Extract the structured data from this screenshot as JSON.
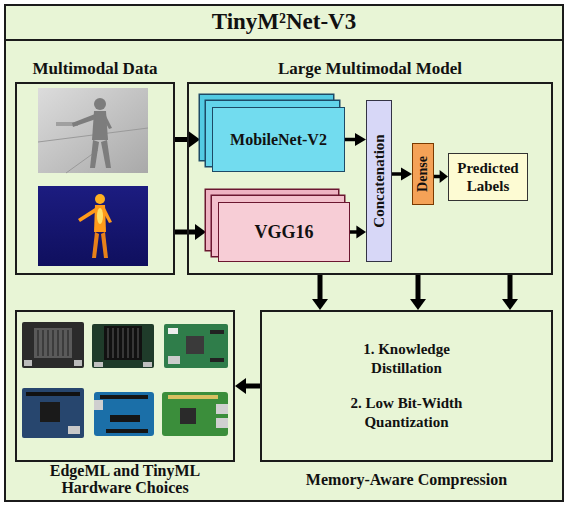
{
  "diagram": {
    "title": "TinyM²Net-V3",
    "nodes": [
      {
        "text": [
          "Multimodal Data"
        ]
      },
      {
        "text": [
          "Large Multimodal Model"
        ]
      },
      {
        "text": [
          "MobileNet-V2"
        ],
        "in": 1
      },
      {
        "text": [
          "VGG16"
        ],
        "in": 1
      },
      {
        "text": [
          "Concatenation"
        ],
        "in": 1
      },
      {
        "text": [
          "Dense"
        ],
        "in": 1
      },
      {
        "text": [
          "Predicted Labels"
        ],
        "in": 1
      },
      {
        "text": [
          "EdgeML and TinyML Hardware Choices"
        ]
      },
      {
        "text": [
          "1. Knowledge Distillation",
          "2. Low Bit-Width Quantization",
          "Memory-Aware Compression"
        ]
      }
    ],
    "edges": [
      {
        "from": 0,
        "to": 2,
        "arrow": "to"
      },
      {
        "from": 0,
        "to": 3,
        "arrow": "to"
      },
      {
        "from": 2,
        "to": 4,
        "arrow": "to"
      },
      {
        "from": 3,
        "to": 4,
        "arrow": "to"
      },
      {
        "from": 4,
        "to": 5,
        "arrow": "to"
      },
      {
        "from": 5,
        "to": 6,
        "arrow": "to"
      },
      {
        "from": 1,
        "to": 8,
        "arrow": "to"
      },
      {
        "from": 1,
        "to": 8,
        "arrow": "to"
      },
      {
        "from": 1,
        "to": 8,
        "arrow": "to"
      },
      {
        "from": 8,
        "to": 7,
        "arrow": "to"
      }
    ]
  }
}
